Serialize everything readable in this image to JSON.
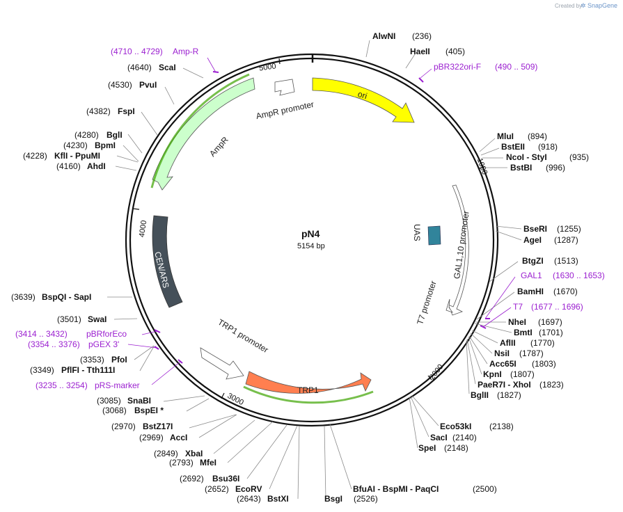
{
  "credit": {
    "text": "Created by",
    "brand": "SnapGene"
  },
  "plasmid": {
    "name": "pN4",
    "size": "5154 bp"
  },
  "ticks": [
    {
      "label": "1000"
    },
    {
      "label": "2000"
    },
    {
      "label": "3000"
    },
    {
      "label": "4000"
    },
    {
      "label": "5000"
    }
  ],
  "features": [
    {
      "name": "ori",
      "color": "#ffff00"
    },
    {
      "name": "AmpR",
      "color": "#ccffcc"
    },
    {
      "name": "AmpR promoter",
      "color": "#ffffff"
    },
    {
      "name": "CEN/ARS",
      "color": "#455059"
    },
    {
      "name": "TRP1",
      "color": "#ff7f50"
    },
    {
      "name": "TRP1 promoter",
      "color": "#ffffff"
    },
    {
      "name": "GAL1,10 promoter",
      "color": "#ffffff"
    },
    {
      "name": "T7 promoter",
      "color": "#ffffff"
    },
    {
      "name": "UAS",
      "color": "#31849b"
    }
  ],
  "sites": [
    {
      "name": "AlwNI",
      "pos": "(236)"
    },
    {
      "name": "HaeII",
      "pos": "(405)"
    },
    {
      "name": "MluI",
      "pos": "(894)"
    },
    {
      "name": "BstEII",
      "pos": "(918)"
    },
    {
      "name": "NcoI  -  StyI",
      "pos": "(935)"
    },
    {
      "name": "BstBI",
      "pos": "(996)"
    },
    {
      "name": "BseRI",
      "pos": "(1255)"
    },
    {
      "name": "AgeI",
      "pos": "(1287)"
    },
    {
      "name": "BtgZI",
      "pos": "(1513)"
    },
    {
      "name": "BamHI",
      "pos": "(1670)"
    },
    {
      "name": "NheI",
      "pos": "(1697)"
    },
    {
      "name": "BmtI",
      "pos": "(1701)"
    },
    {
      "name": "AflII",
      "pos": "(1770)"
    },
    {
      "name": "NsiI",
      "pos": "(1787)"
    },
    {
      "name": "Acc65I",
      "pos": "(1803)"
    },
    {
      "name": "KpnI",
      "pos": "(1807)"
    },
    {
      "name": "PaeR7I  -  XhoI",
      "pos": "(1823)"
    },
    {
      "name": "BglII",
      "pos": "(1827)"
    },
    {
      "name": "Eco53kI",
      "pos": "(2138)"
    },
    {
      "name": "SacI",
      "pos": "(2140)"
    },
    {
      "name": "SpeI",
      "pos": "(2148)"
    },
    {
      "name": "BfuAI  -  BspMI  -  PaqCI",
      "pos": "(2500)"
    },
    {
      "name": "BsgI",
      "pos": "(2526)"
    },
    {
      "name": "BstXI",
      "pos": "(2643)"
    },
    {
      "name": "EcoRV",
      "pos": "(2652)"
    },
    {
      "name": "Bsu36I",
      "pos": "(2692)"
    },
    {
      "name": "MfeI",
      "pos": "(2793)"
    },
    {
      "name": "XbaI",
      "pos": "(2849)"
    },
    {
      "name": "AccI",
      "pos": "(2969)"
    },
    {
      "name": "BstZ17I",
      "pos": "(2970)"
    },
    {
      "name": "BspEI *",
      "pos": "(3068)"
    },
    {
      "name": "SnaBI",
      "pos": "(3085)"
    },
    {
      "name": "PflFI  -  Tth111I",
      "pos": "(3349)"
    },
    {
      "name": "PfoI",
      "pos": "(3353)"
    },
    {
      "name": "SwaI",
      "pos": "(3501)"
    },
    {
      "name": "BspQI  -  SapI",
      "pos": "(3639)"
    },
    {
      "name": "AhdI",
      "pos": "(4160)"
    },
    {
      "name": "KflI  -  PpuMI",
      "pos": "(4228)"
    },
    {
      "name": "BpmI",
      "pos": "(4230)"
    },
    {
      "name": "BglI",
      "pos": "(4280)"
    },
    {
      "name": "FspI",
      "pos": "(4382)"
    },
    {
      "name": "PvuI",
      "pos": "(4530)"
    },
    {
      "name": "ScaI",
      "pos": "(4640)"
    }
  ],
  "primers": [
    {
      "name": "pBR322ori-F",
      "range": "(490 .. 509)"
    },
    {
      "name": "GAL1",
      "range": "(1630 .. 1653)"
    },
    {
      "name": "T7",
      "range": "(1677 .. 1696)"
    },
    {
      "name": "pBRforEco",
      "range": "(3414 .. 3432)"
    },
    {
      "name": "pGEX 3'",
      "range": "(3354 .. 3376)"
    },
    {
      "name": "pRS-marker",
      "range": "(3235 .. 3254)"
    },
    {
      "name": "Amp-R",
      "range": "(4710 .. 4729)"
    }
  ]
}
